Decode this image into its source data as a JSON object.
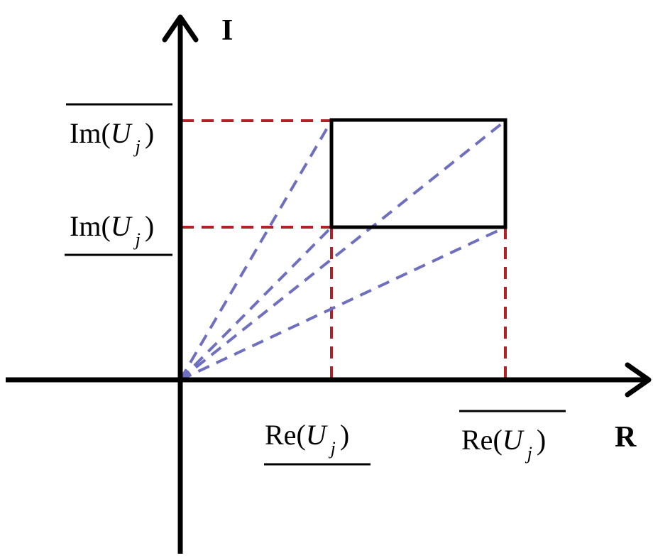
{
  "diagram": {
    "type": "interval-complex-plane",
    "axes": {
      "vertical_label": "I",
      "horizontal_label": "R"
    },
    "labels": {
      "im_upper": {
        "prefix": "Im",
        "open": "(",
        "var": "U",
        "sub": "j",
        "close": ")",
        "bar": "overline"
      },
      "im_lower": {
        "prefix": "Im",
        "open": "(",
        "var": "U",
        "sub": "j",
        "close": ")",
        "bar": "underline"
      },
      "re_lower": {
        "prefix": "Re",
        "open": "(",
        "var": "U",
        "sub": "j",
        "close": ")",
        "bar": "underline"
      },
      "re_upper": {
        "prefix": "Re",
        "open": "(",
        "var": "U",
        "sub": "j",
        "close": ")",
        "bar": "overline"
      }
    },
    "colors": {
      "axis": "#000000",
      "rectangle": "#000000",
      "projection_lines": "#b22028",
      "origin_rays": "#6f6fc0"
    },
    "rectangle": {
      "description": "Interval region bounded by lower/upper real and imaginary parts"
    },
    "rays": [
      "origin to top-left corner",
      "origin to top-right corner",
      "origin to bottom-left corner",
      "origin to bottom-right corner"
    ]
  }
}
